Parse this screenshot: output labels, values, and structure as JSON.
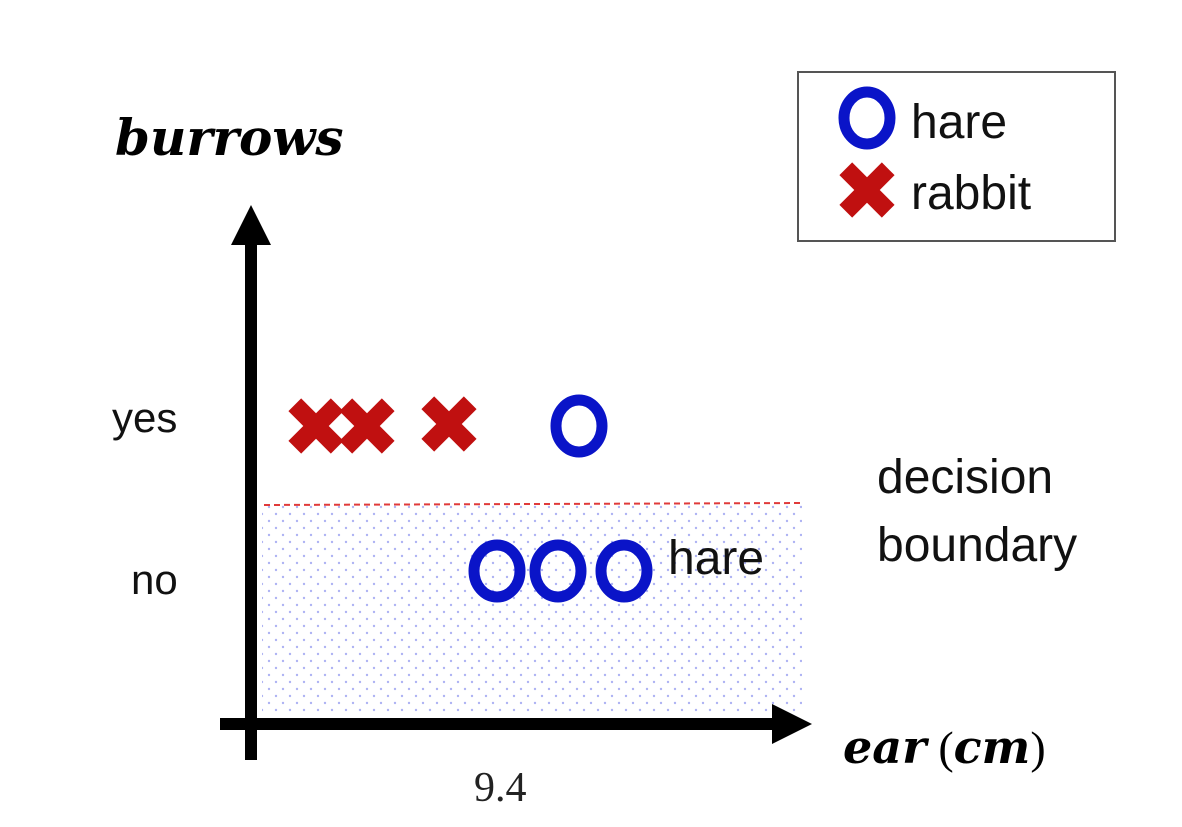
{
  "chart_data": {
    "type": "scatter",
    "ylabel": "burrows",
    "xlabel_parts": [
      "ear",
      "(",
      "cm",
      ")"
    ],
    "x_tick_labels": [
      "9.4"
    ],
    "y_categories": [
      "yes",
      "no"
    ],
    "series": [
      {
        "name": "hare",
        "marker": "circle",
        "color": "#0a14c8",
        "points": [
          {
            "y": "yes"
          },
          {
            "y": "no"
          },
          {
            "y": "no"
          },
          {
            "y": "no"
          }
        ]
      },
      {
        "name": "rabbit",
        "marker": "x",
        "color": "#c01010",
        "points": [
          {
            "y": "yes"
          },
          {
            "y": "yes"
          },
          {
            "y": "yes"
          }
        ]
      }
    ],
    "decision_boundary": {
      "label": [
        "decision",
        "boundary"
      ],
      "region_label": "hare",
      "line_color": "#e03a3a",
      "region_color": "#9aa0f0"
    },
    "legend": {
      "placement": "top-right",
      "entries": [
        {
          "label": "hare",
          "marker": "circle",
          "color": "#0a14c8"
        },
        {
          "label": "rabbit",
          "marker": "x",
          "color": "#c01010"
        }
      ]
    },
    "grid": false
  }
}
